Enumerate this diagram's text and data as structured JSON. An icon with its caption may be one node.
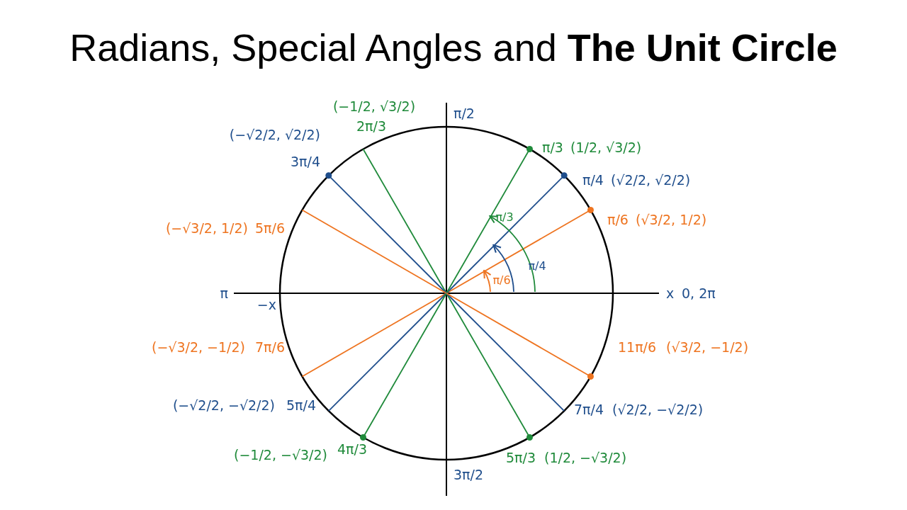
{
  "diagram": {
    "title": "Radians, Special Angles and **The Unit Circle**",
    "labels": [
      "π/2",
      "(−1/2, √3/2)",
      "2π/3",
      "π/3",
      "(1/2, √3/2)",
      "(−√2/2, √2/2)",
      "3π/4",
      "π/4",
      "(√2/2, √2/2)",
      "(−√3/2, 1/2)",
      "5π/6",
      "π/6",
      "(√3/2, 1/2)",
      "π/3",
      "π/4",
      "π/6",
      "π",
      "−x",
      "x",
      "0, 2π",
      "(−√3/2, −1/2)",
      "7π/6",
      "11π/6",
      "(√3/2, −1/2)",
      "(−√2/2, −√2/2)",
      "5π/4",
      "7π/4",
      "(√2/2, −√2/2)",
      "(−1/2, −√3/2)",
      "4π/3",
      "5π/3",
      "(1/2, −√3/2)",
      "3π/2"
    ]
  }
}
